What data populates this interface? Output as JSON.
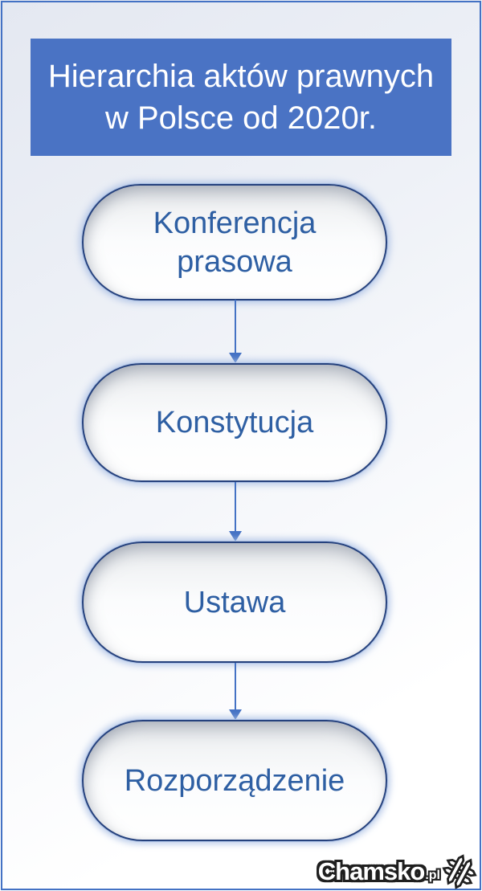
{
  "title": {
    "line1": "Hierarchia aktów prawnych",
    "line2": "w Polsce od 2020r."
  },
  "diagram": {
    "type": "vertical-flowchart",
    "connector": "arrow-down",
    "nodes": [
      {
        "id": "konferencja-prasowa",
        "label": "Konferencja prasowa"
      },
      {
        "id": "konstytucja",
        "label": "Konstytucja"
      },
      {
        "id": "ustawa",
        "label": "Ustawa"
      },
      {
        "id": "rozporzadzenie",
        "label": "Rozporządzenie"
      }
    ]
  },
  "watermark": {
    "name": "Chamsko",
    "tld": ".pl",
    "icon": "tilted-hash-icon"
  },
  "colors": {
    "frame_border": "#4472c4",
    "header_bg": "#4a73c4",
    "header_text": "#ffffff",
    "node_border": "#25417d",
    "node_text": "#2e5fa3",
    "node_glow": "#a9bfe4",
    "arrow": "#4472c4",
    "background_top": "#e4e8f1",
    "background_bottom": "#ffffff"
  }
}
